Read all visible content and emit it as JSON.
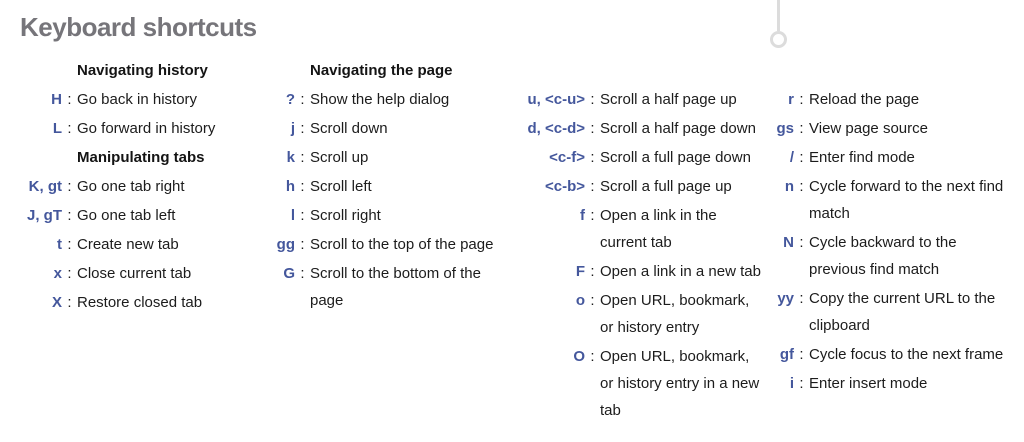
{
  "title": "Keyboard shortcuts",
  "separator": ":",
  "colors": {
    "background": "#ffffff",
    "title_text": "#76757a",
    "header_text": "#141414",
    "description_text": "#1c1c1c",
    "key_text": "#44579c",
    "anchor_marker": "#dcdcdc"
  },
  "columns": [
    {
      "sections": [
        {
          "header": "Navigating history",
          "rows": [
            {
              "keys": "H",
              "desc": "Go back in history"
            },
            {
              "keys": "L",
              "desc": "Go forward in history"
            }
          ]
        },
        {
          "header": "Manipulating tabs",
          "rows": [
            {
              "keys": "K, gt",
              "desc": "Go one tab right"
            },
            {
              "keys": "J, gT",
              "desc": "Go one tab left"
            },
            {
              "keys": "t",
              "desc": "Create new tab"
            },
            {
              "keys": "x",
              "desc": "Close current tab"
            },
            {
              "keys": "X",
              "desc": "Restore closed tab"
            }
          ]
        }
      ]
    },
    {
      "sections": [
        {
          "header": "Navigating the page",
          "rows": [
            {
              "keys": "?",
              "desc": "Show the help dialog"
            },
            {
              "keys": "j",
              "desc": "Scroll down"
            },
            {
              "keys": "k",
              "desc": "Scroll up"
            },
            {
              "keys": "h",
              "desc": "Scroll left"
            },
            {
              "keys": "l",
              "desc": "Scroll right"
            },
            {
              "keys": "gg",
              "desc": "Scroll to the top of the page"
            },
            {
              "keys": "G",
              "desc": "Scroll to the bottom of the page"
            }
          ]
        }
      ]
    },
    {
      "sections": [
        {
          "header": "",
          "rows": [
            {
              "keys": "u, <c-u>",
              "desc": "Scroll a half page up"
            },
            {
              "keys": "d, <c-d>",
              "desc": "Scroll a half page down"
            },
            {
              "keys": "<c-f>",
              "desc": "Scroll a full page down"
            },
            {
              "keys": "<c-b>",
              "desc": "Scroll a full page up"
            },
            {
              "keys": "f",
              "desc": "Open a link in the current tab"
            },
            {
              "keys": "F",
              "desc": "Open a link in a new tab"
            },
            {
              "keys": "o",
              "desc": "Open URL, bookmark, or history entry"
            },
            {
              "keys": "O",
              "desc": "Open URL, bookmark, or history entry in a new tab"
            }
          ]
        }
      ]
    },
    {
      "sections": [
        {
          "header": "",
          "rows": [
            {
              "keys": "r",
              "desc": "Reload the page"
            },
            {
              "keys": "gs",
              "desc": "View page source"
            },
            {
              "keys": "/",
              "desc": "Enter find mode"
            },
            {
              "keys": "n",
              "desc": "Cycle forward to the next find match"
            },
            {
              "keys": "N",
              "desc": "Cycle backward to the previous find match"
            },
            {
              "keys": "yy",
              "desc": "Copy the current URL to the clipboard"
            },
            {
              "keys": "gf",
              "desc": "Cycle focus to the next frame"
            },
            {
              "keys": "i",
              "desc": "Enter insert mode"
            }
          ]
        }
      ]
    }
  ]
}
